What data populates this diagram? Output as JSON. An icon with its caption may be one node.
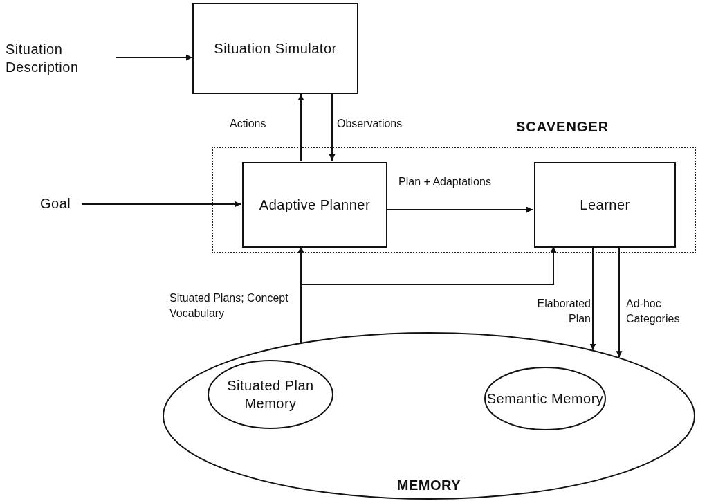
{
  "diagram": {
    "nodes": [
      {
        "text": [
          "Situation Description"
        ]
      },
      {
        "text": [
          "Situation Simulator"
        ]
      },
      {
        "text": [
          "SCAVENGER"
        ]
      },
      {
        "text": [
          "Goal"
        ]
      },
      {
        "text": [
          "Adaptive Planner"
        ],
        "in": 2
      },
      {
        "text": [
          "Learner"
        ],
        "in": 2
      },
      {
        "text": [
          "MEMORY"
        ]
      },
      {
        "text": [
          "Situated Plan Memory"
        ],
        "in": 6
      },
      {
        "text": [
          "Semantic Memory"
        ],
        "in": 6
      }
    ],
    "edges": [
      {
        "from": 0,
        "to": 1,
        "arrow": "to"
      },
      {
        "from": 4,
        "to": 1,
        "arrow": "to",
        "label": "Actions"
      },
      {
        "from": 1,
        "to": 4,
        "arrow": "to",
        "label": "Observations"
      },
      {
        "from": 3,
        "to": 4,
        "arrow": "to"
      },
      {
        "from": 4,
        "to": 5,
        "arrow": "to",
        "label": "Plan + Adaptations"
      },
      {
        "from": 6,
        "to": 4,
        "arrow": "to",
        "label": "Situated Plans; Concept Vocabulary"
      },
      {
        "from": 6,
        "to": 5,
        "arrow": "to"
      },
      {
        "from": 5,
        "to": 6,
        "arrow": "to",
        "label": "Elaborated Plan"
      },
      {
        "from": 5,
        "to": 6,
        "arrow": "to",
        "label": "Ad-hoc Categories"
      }
    ]
  }
}
